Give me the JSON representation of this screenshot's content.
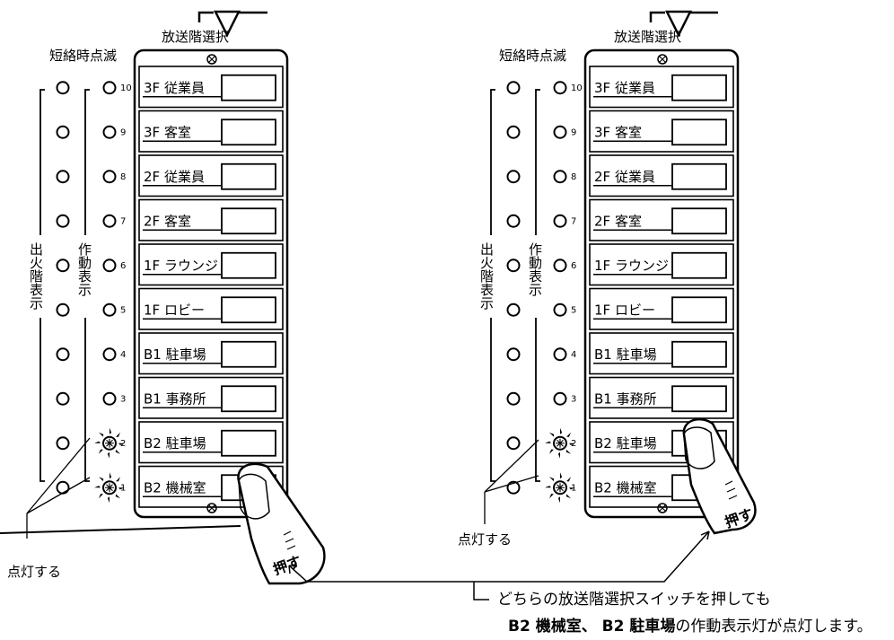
{
  "labels": {
    "broadcast_select": "放送階選択",
    "short_blink": "短絡時点滅",
    "fire_floor_display": "出火階表示",
    "operation_display": "作動表示",
    "lights_up": "点灯する",
    "press": "押す"
  },
  "floors": [
    {
      "num": "10",
      "name": "3F 従業員"
    },
    {
      "num": "9",
      "name": "3F 客室"
    },
    {
      "num": "8",
      "name": "2F 従業員"
    },
    {
      "num": "7",
      "name": "2F 客室"
    },
    {
      "num": "6",
      "name": "1F ラウンジ"
    },
    {
      "num": "5",
      "name": "1F ロビー"
    },
    {
      "num": "4",
      "name": "B1 駐車場"
    },
    {
      "num": "3",
      "name": "B1 事務所"
    },
    {
      "num": "2",
      "name": "B2 駐車場"
    },
    {
      "num": "1",
      "name": "B2 機械室"
    }
  ],
  "lit_floors": [
    "2",
    "1"
  ],
  "pressed": {
    "panel_a": "1",
    "panel_b": "2"
  },
  "caption": {
    "line1": "どちらの放送階選択スイッチを押しても",
    "line2_bold": "B2 機械室、 B2 駐車場",
    "line2_rest": "の作動表示灯が点灯します。"
  }
}
